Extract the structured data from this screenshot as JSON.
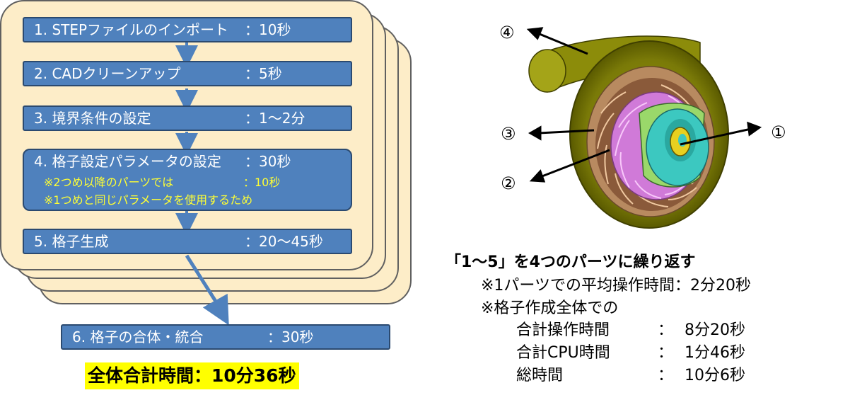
{
  "steps": [
    {
      "label": "1.  STEPファイルのインポート",
      "value": "：10秒"
    },
    {
      "label": "2.  CADクリーンアップ",
      "value": "：5秒"
    },
    {
      "label": "3.  境界条件の設定",
      "value": "：1～2分"
    },
    {
      "label": "4.  格子設定パラメータの設定",
      "value": "：30秒"
    },
    {
      "label": "5.  格子生成",
      "value": "：20～45秒"
    }
  ],
  "step4_notes": {
    "line1_label": "※2つめ以降のパーツでは",
    "line1_value": "：10秒",
    "line2": "※1つめと同じパラメータを使用するため"
  },
  "step6": {
    "label": "6.  格子の合体・統合",
    "value": "：30秒"
  },
  "total": "全体合計時間：10分36秒",
  "summary": {
    "heading": "「1～5」を4つのパーツに繰り返す",
    "avg": "※1パーツでの平均操作時間：2分20秒",
    "whole": "※格子作成全体での",
    "rows": [
      {
        "label": "合計操作時間",
        "colon": "：",
        "value": "8分20秒"
      },
      {
        "label": "合計CPU時間",
        "colon": "：",
        "value": "1分46秒"
      },
      {
        "label": "総時間",
        "colon": "：",
        "value": "10分6秒"
      }
    ]
  },
  "callouts": [
    "①",
    "②",
    "③",
    "④"
  ],
  "colors": {
    "step_fill": "#4f81bd",
    "step_border": "#2b4a70",
    "card_fill": "#fdedc8",
    "note_text": "#ffff33",
    "highlight": "#ffff00",
    "arrow": "#4f81bd"
  }
}
